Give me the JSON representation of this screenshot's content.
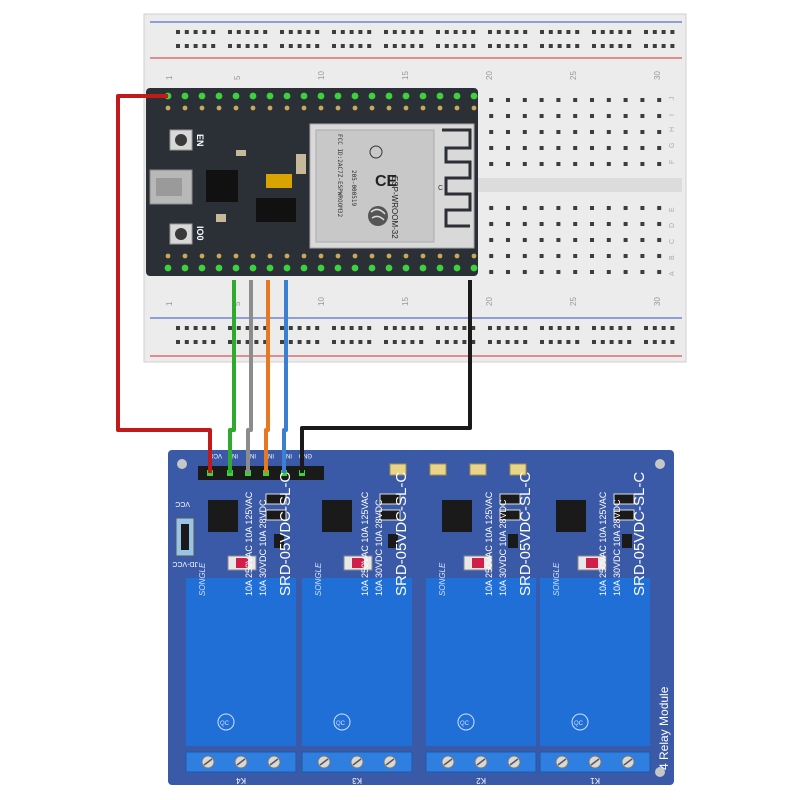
{
  "breadboard": {
    "col_numbers_top": [
      "1",
      "5",
      "10",
      "15",
      "20",
      "25",
      "30"
    ],
    "col_numbers_bottom": [
      "1",
      "5",
      "10",
      "15",
      "20",
      "25",
      "30"
    ],
    "row_letters_top": [
      "J",
      "I",
      "H",
      "G",
      "F"
    ],
    "row_letters_bottom": [
      "E",
      "D",
      "C",
      "B",
      "A"
    ]
  },
  "esp32": {
    "button_en": "EN",
    "button_io0": "IO0",
    "module_brand": "ESP-WROOM-32",
    "module_fcc": "FCC ID:2AC7Z-ESPWROOM32",
    "module_cert": "205-000519",
    "module_c": "C"
  },
  "relay_module": {
    "title": "4 Relay Module",
    "header_labels": [
      "VCC",
      "IN4",
      "IN3",
      "IN2",
      "IN1",
      "GND"
    ],
    "jumper_vcc": "VCC",
    "jumper_jdvcc": "JD-VCC",
    "relays": [
      {
        "brand": "SONGLE",
        "model": "SRD-05VDC-SL-C",
        "rating1": "10A 250VAC  10A 125VAC",
        "rating2": "10A  30VDC  10A  28VDC",
        "qc": "QC",
        "terminal": "K4"
      },
      {
        "brand": "SONGLE",
        "model": "SRD-05VDC-SL-C",
        "rating1": "10A 250VAC  10A 125VAC",
        "rating2": "10A  30VDC  10A  28VDC",
        "qc": "QC",
        "terminal": "K3"
      },
      {
        "brand": "SONGLE",
        "model": "SRD-05VDC-SL-C",
        "rating1": "10A 250VAC  10A 125VAC",
        "rating2": "10A  30VDC  10A  28VDC",
        "qc": "QC",
        "terminal": "K2"
      },
      {
        "brand": "SONGLE",
        "model": "SRD-05VDC-SL-C",
        "rating1": "10A 250VAC  10A 125VAC",
        "rating2": "10A  30VDC  10A  28VDC",
        "qc": "QC",
        "terminal": "K1"
      }
    ]
  },
  "wire_colors": {
    "vcc": "#c01a1a",
    "in4": "#2eaa2e",
    "in3": "#8c8c8c",
    "in2": "#e87722",
    "in1": "#3a7fd0",
    "gnd": "#1a1a1a"
  },
  "colors": {
    "board_blue": "#3a5aa8",
    "relay_blue": "#1f6fd6",
    "pcb_dark": "#2b2f36",
    "breadboard": "#ececec"
  }
}
